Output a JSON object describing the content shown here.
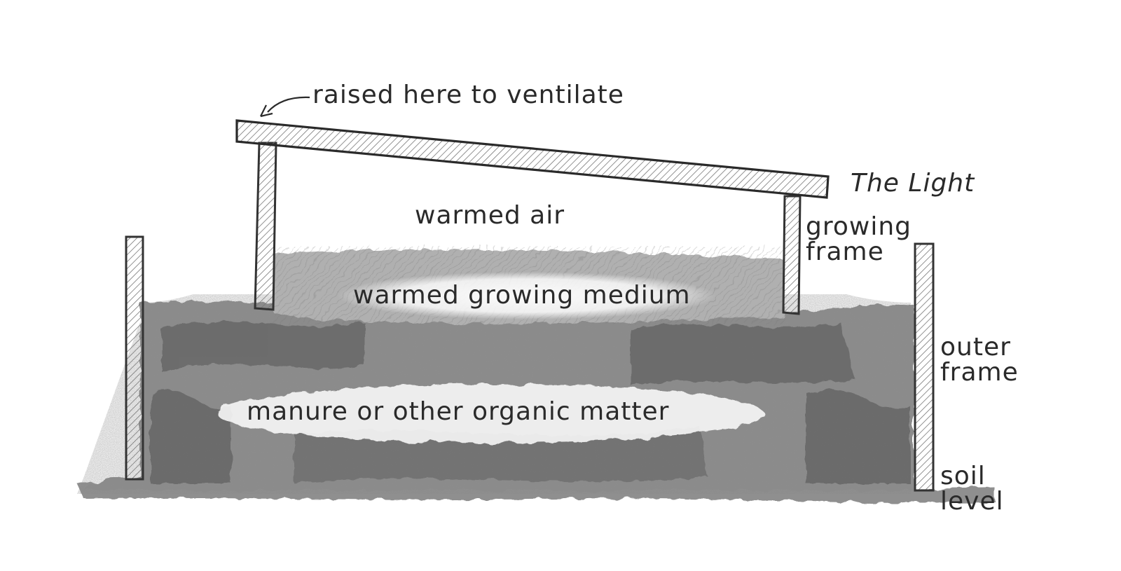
{
  "labels": {
    "ventilate": "raised here to ventilate",
    "the_light": "The Light",
    "warmed_air": "warmed air",
    "growing_frame": "growing\nframe",
    "warmed_medium": "warmed growing medium",
    "outer_frame": "outer\nframe",
    "manure": "manure or other organic matter",
    "soil_level": "soil\nlevel"
  },
  "colors": {
    "ink": "#2a2a2a",
    "paper": "#ffffff",
    "pencil_dark": "#4a4a4a",
    "pencil_mid": "#8a8a8a",
    "pencil_light": "#c4c4c4"
  }
}
